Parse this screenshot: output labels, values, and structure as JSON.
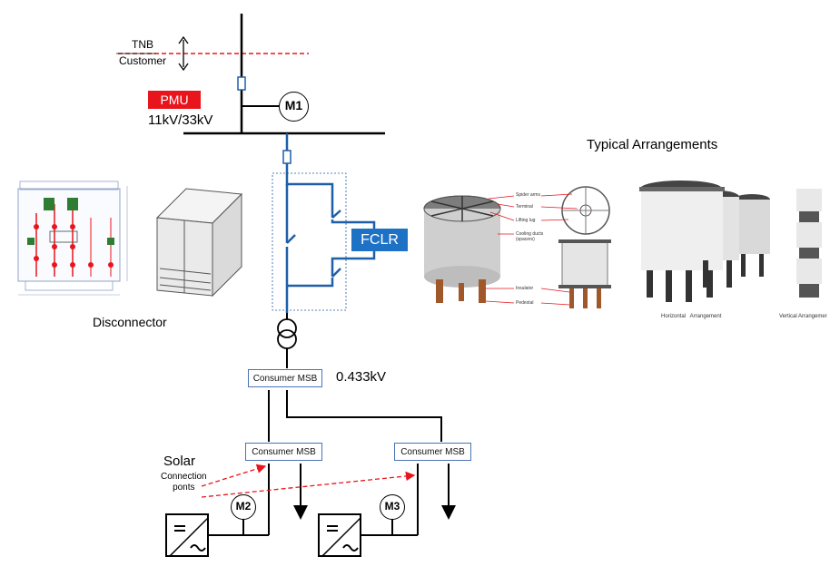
{
  "labels": {
    "tnb": "TNB",
    "customer": "Customer",
    "pmu": "PMU",
    "hv_voltage": "11kV/33kV",
    "fclr": "FCLR",
    "lv_voltage": "0.433kV",
    "disconnector": "Disconnector",
    "typical_arrangements": "Typical Arrangements",
    "solar": "Solar",
    "connection_points": "Connection\nponts"
  },
  "meters": {
    "m1": "M1",
    "m2": "M2",
    "m3": "M3"
  },
  "msb": {
    "main": "Consumer MSB",
    "left": "Consumer MSB",
    "right": "Consumer MSB"
  },
  "reactor_callouts": [
    "Spider arms",
    "Terminal",
    "Lifting lug",
    "Cooling ducts\n(spacers)",
    "Insulator",
    "Pedestal"
  ],
  "arrangement_captions": {
    "horizontal": "Horizontal   Arrangement",
    "vertical": "Vertical Arrangemer"
  },
  "colors": {
    "pmu": "#e8151c",
    "fclr": "#1e72c6",
    "fclr_lines": "#1e5fa8",
    "boundary": "#e8151c",
    "msb_border": "#4a74b8"
  }
}
